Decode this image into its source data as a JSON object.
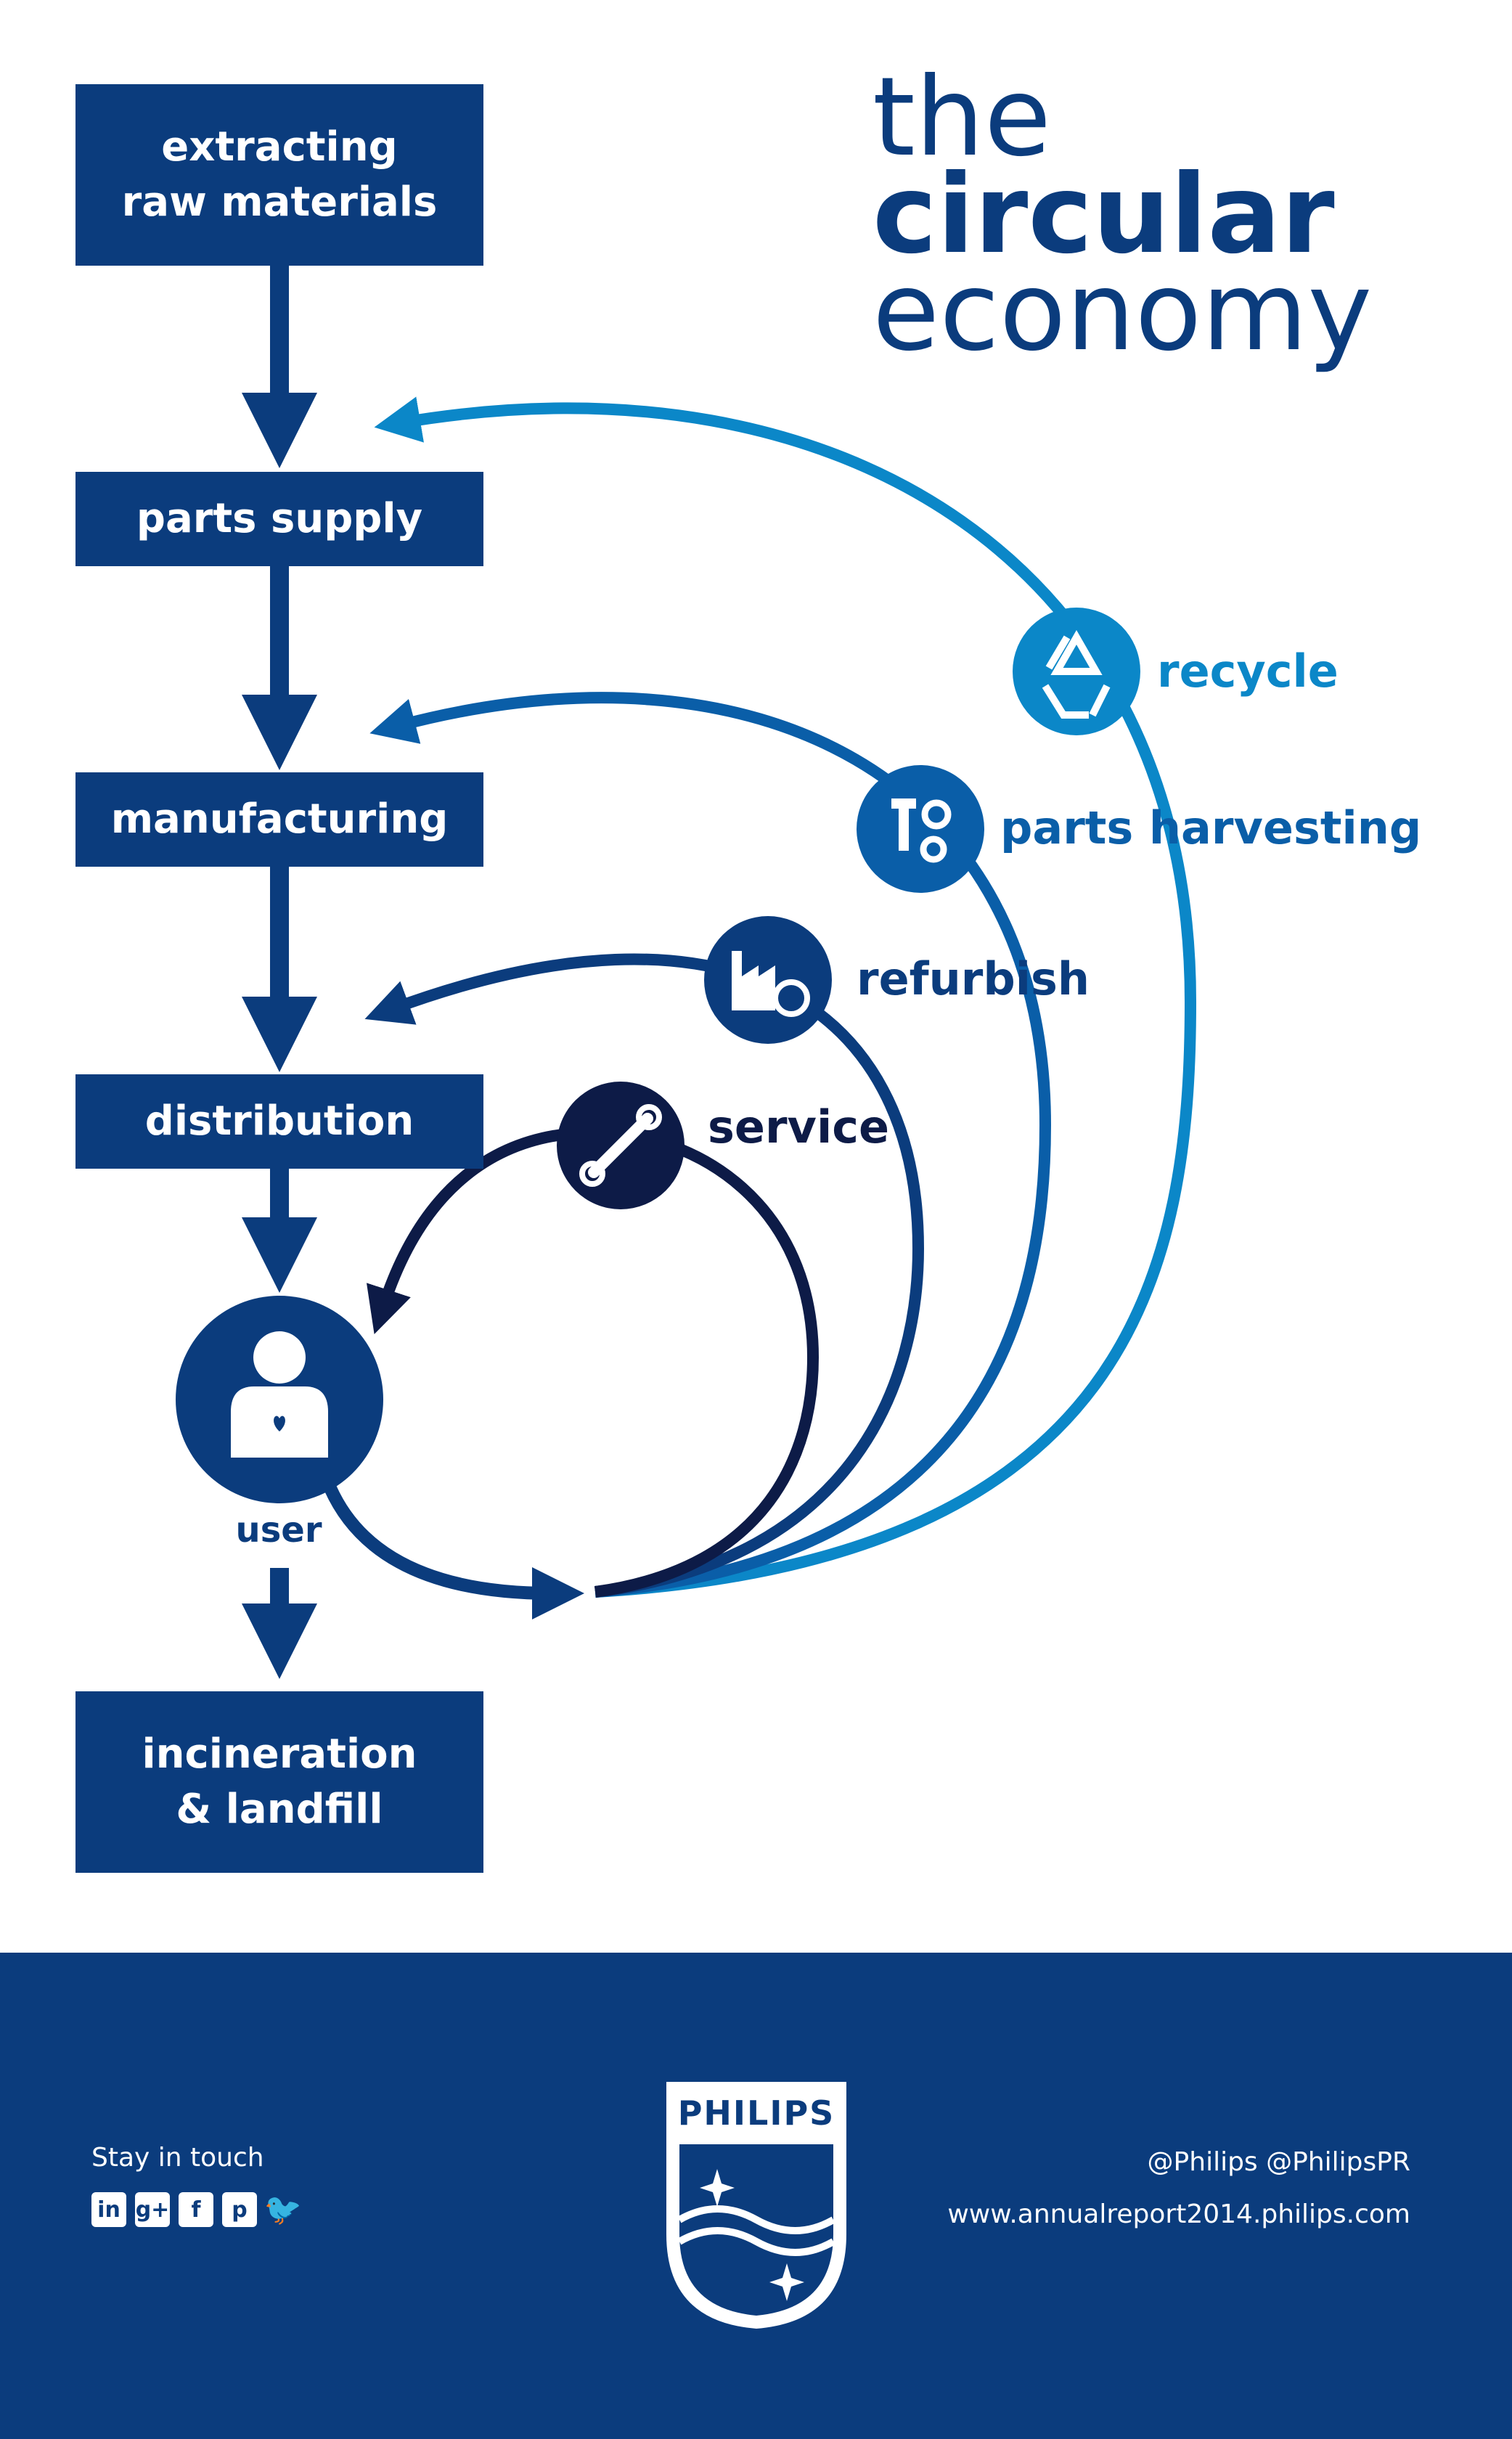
{
  "title": {
    "line1": "the",
    "line2": "circular",
    "line3": "economy"
  },
  "linear_flow": [
    {
      "id": "extracting",
      "lines": [
        "extracting",
        "raw materials"
      ]
    },
    {
      "id": "parts-supply",
      "lines": [
        "parts supply"
      ]
    },
    {
      "id": "manufacturing",
      "lines": [
        "manufacturing"
      ]
    },
    {
      "id": "distribution",
      "lines": [
        "distribution"
      ]
    },
    {
      "id": "incineration",
      "lines": [
        "incineration",
        "& landfill"
      ]
    }
  ],
  "user_label": "user",
  "loops": [
    {
      "id": "service",
      "label": "service",
      "color": "#0d1b47",
      "icon": "wrench-icon"
    },
    {
      "id": "refurbish",
      "label": "refurbish",
      "color": "#0b3c7d",
      "icon": "factory-refresh-icon"
    },
    {
      "id": "parts-harvesting",
      "label": "parts harvesting",
      "color": "#0a5ea8",
      "icon": "bolt-gear-icon"
    },
    {
      "id": "recycle",
      "label": "recycle",
      "color": "#0b87c8",
      "icon": "recycle-icon"
    }
  ],
  "colors": {
    "primary": "#0b3c7d",
    "footer": "#0b3c7d"
  },
  "footer": {
    "stay_in_touch": "Stay in touch",
    "socials": [
      {
        "icon": "linkedin-icon",
        "glyph": "in"
      },
      {
        "icon": "googleplus-icon",
        "glyph": "g+"
      },
      {
        "icon": "facebook-icon",
        "glyph": "f"
      },
      {
        "icon": "pinterest-icon",
        "glyph": "p"
      },
      {
        "icon": "twitter-icon",
        "glyph": "🐦"
      }
    ],
    "handles": "@Philips @PhilipsPR",
    "website": "www.annualreport2014.philips.com",
    "logo_text": "PHILIPS"
  }
}
